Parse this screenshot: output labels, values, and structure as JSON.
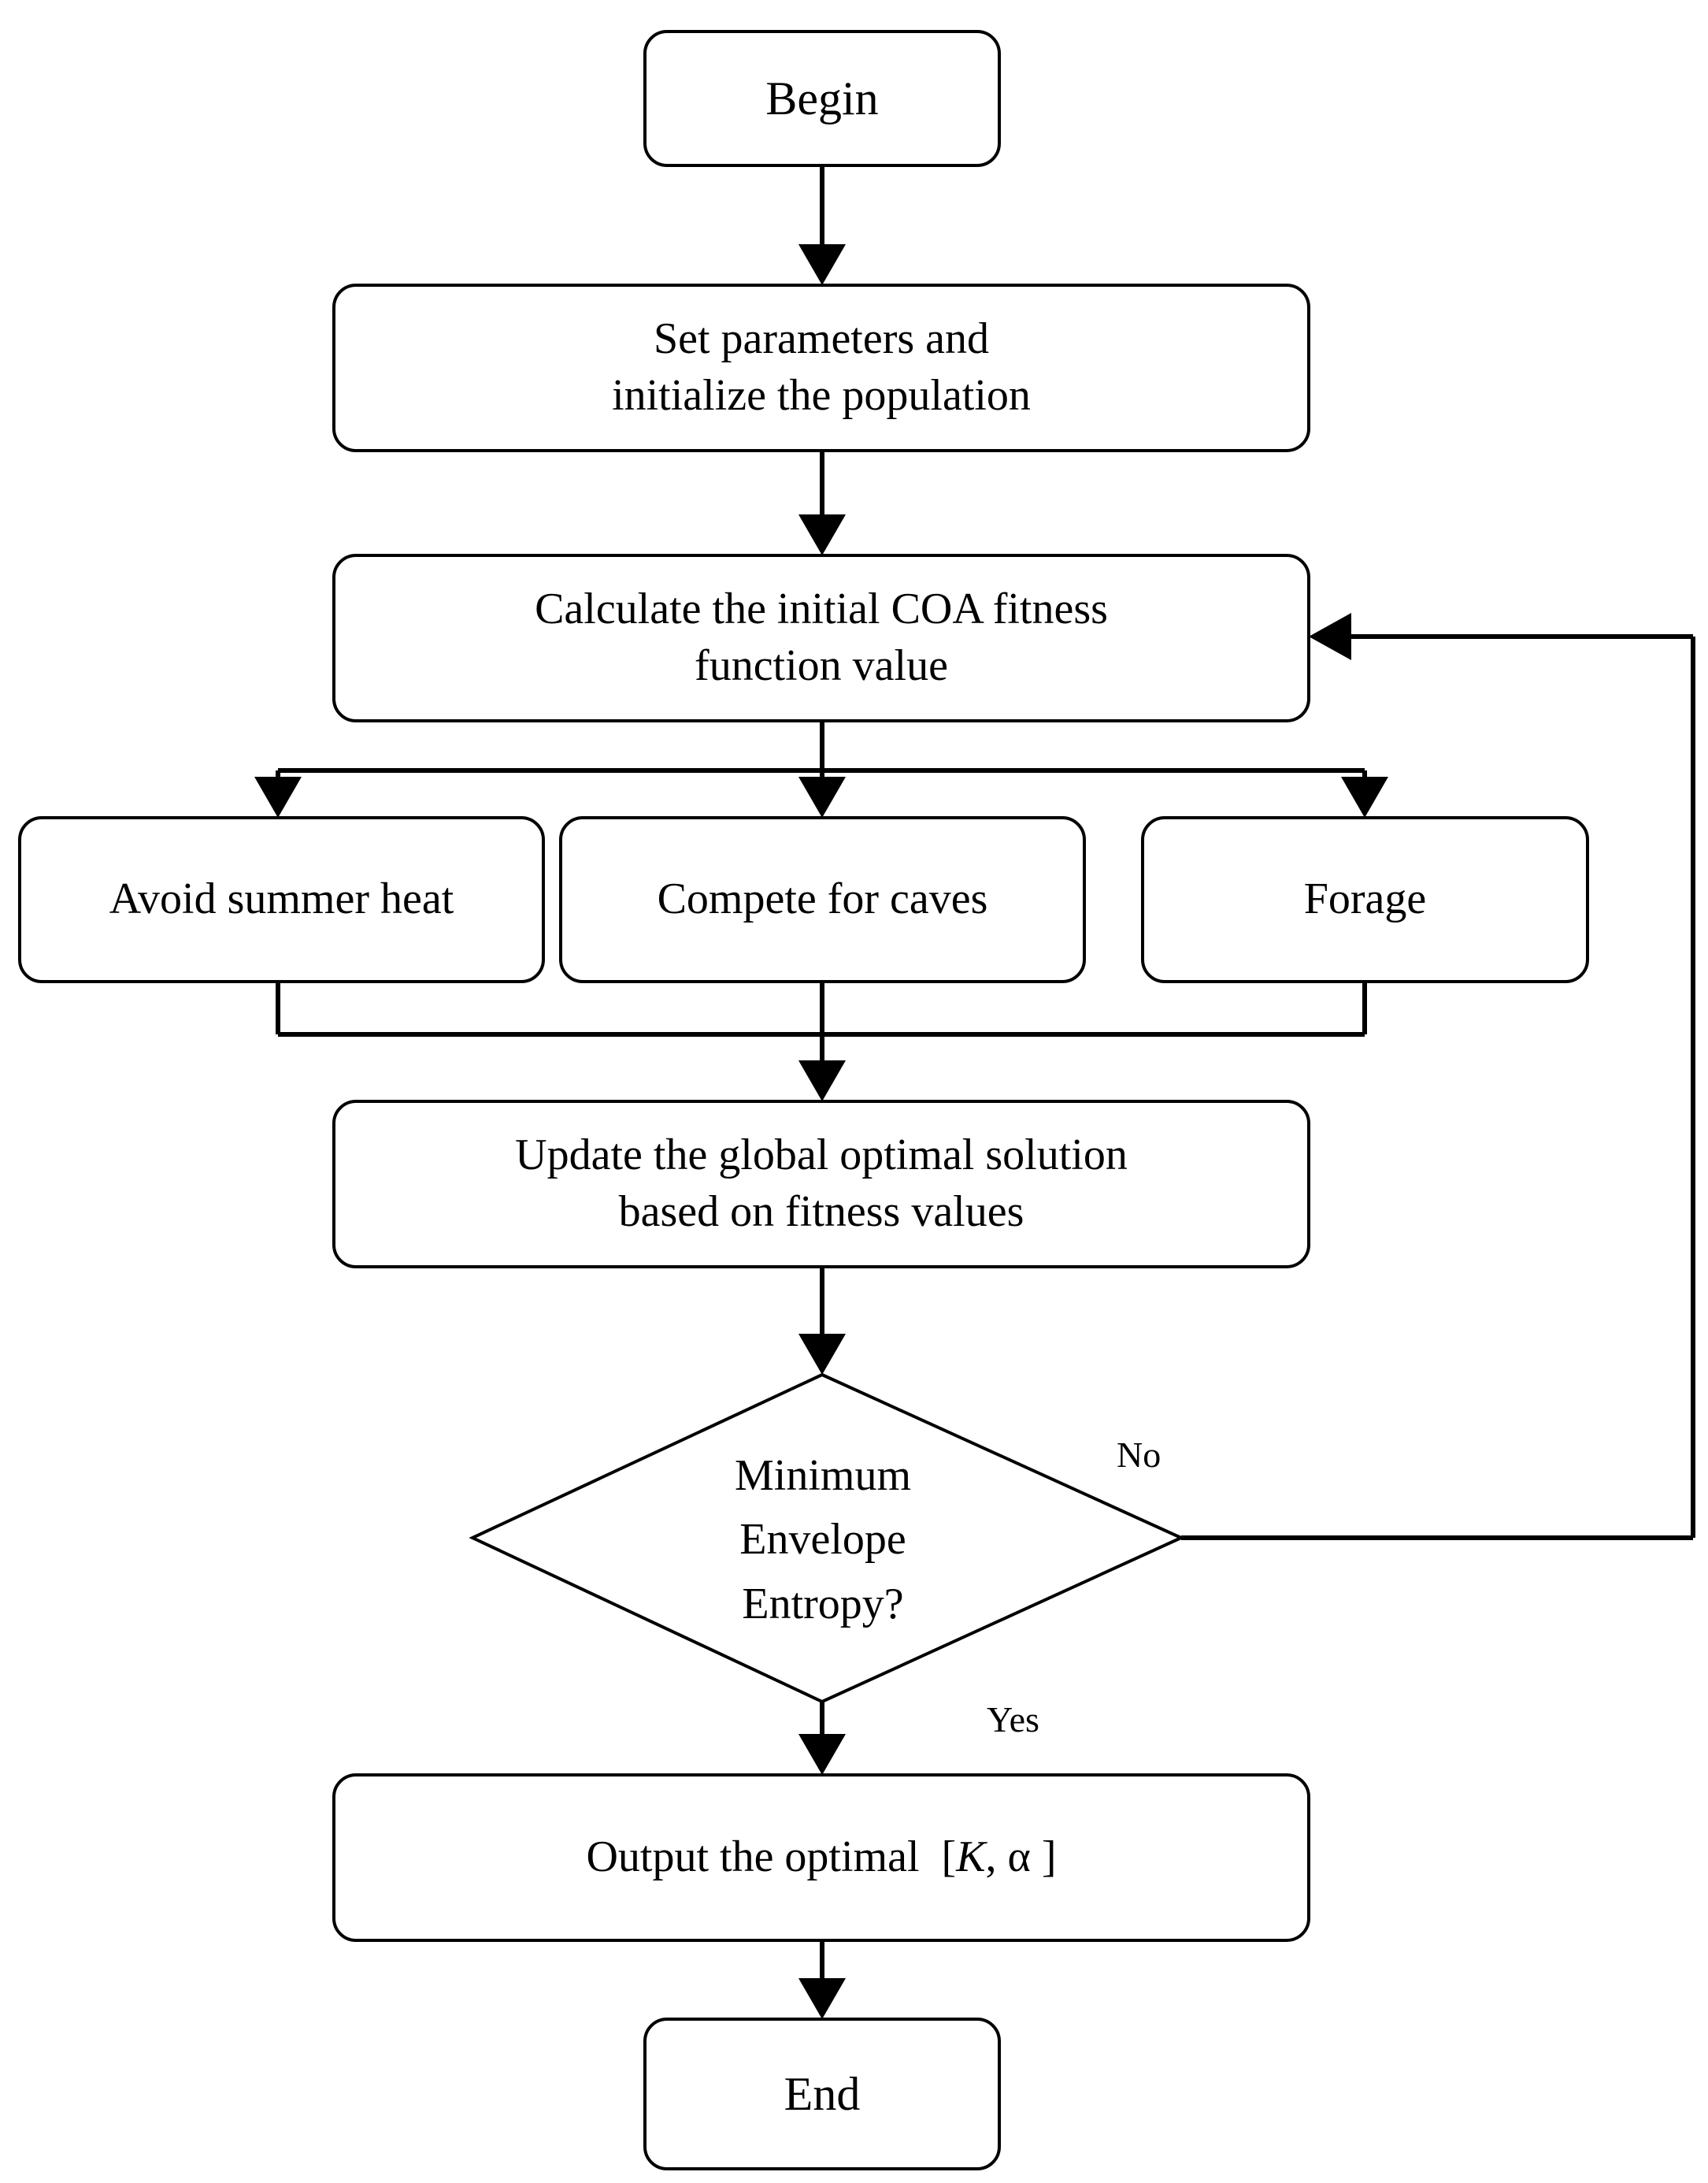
{
  "diagram": {
    "type": "flowchart",
    "title": "COA optimization flowchart",
    "nodes": [
      {
        "id": "begin",
        "shape": "rounded-rect",
        "label": "Begin"
      },
      {
        "id": "init",
        "shape": "rounded-rect",
        "label": "Set parameters and\ninitialize the population"
      },
      {
        "id": "fitness",
        "shape": "rounded-rect",
        "label": "Calculate the initial COA fitness\nfunction value"
      },
      {
        "id": "avoid",
        "shape": "rounded-rect",
        "label": "Avoid summer heat"
      },
      {
        "id": "compete",
        "shape": "rounded-rect",
        "label": "Compete for caves"
      },
      {
        "id": "forage",
        "shape": "rounded-rect",
        "label": "Forage"
      },
      {
        "id": "update",
        "shape": "rounded-rect",
        "label": "Update the global optimal solution\nbased on fitness values"
      },
      {
        "id": "decision",
        "shape": "diamond",
        "label": "Minimum\nEnvelope\nEntropy?"
      },
      {
        "id": "output",
        "shape": "rounded-rect",
        "label_pre": "Output the optimal  [",
        "label_italic": "K",
        "label_post": ", α ]"
      },
      {
        "id": "end",
        "shape": "rounded-rect",
        "label": "End"
      }
    ],
    "edges": [
      {
        "from": "begin",
        "to": "init",
        "label": ""
      },
      {
        "from": "init",
        "to": "fitness",
        "label": ""
      },
      {
        "from": "fitness",
        "to": "avoid",
        "label": ""
      },
      {
        "from": "fitness",
        "to": "compete",
        "label": ""
      },
      {
        "from": "fitness",
        "to": "forage",
        "label": ""
      },
      {
        "from": "avoid",
        "to": "update",
        "label": ""
      },
      {
        "from": "compete",
        "to": "update",
        "label": ""
      },
      {
        "from": "forage",
        "to": "update",
        "label": ""
      },
      {
        "from": "update",
        "to": "decision",
        "label": ""
      },
      {
        "from": "decision",
        "to": "fitness",
        "label": "No"
      },
      {
        "from": "decision",
        "to": "output",
        "label": "Yes"
      },
      {
        "from": "output",
        "to": "end",
        "label": ""
      }
    ],
    "edge_labels": {
      "no": "No",
      "yes": "Yes"
    },
    "colors": {
      "stroke": "#000000",
      "fill": "#ffffff",
      "text": "#000000",
      "background": "#ffffff"
    }
  }
}
